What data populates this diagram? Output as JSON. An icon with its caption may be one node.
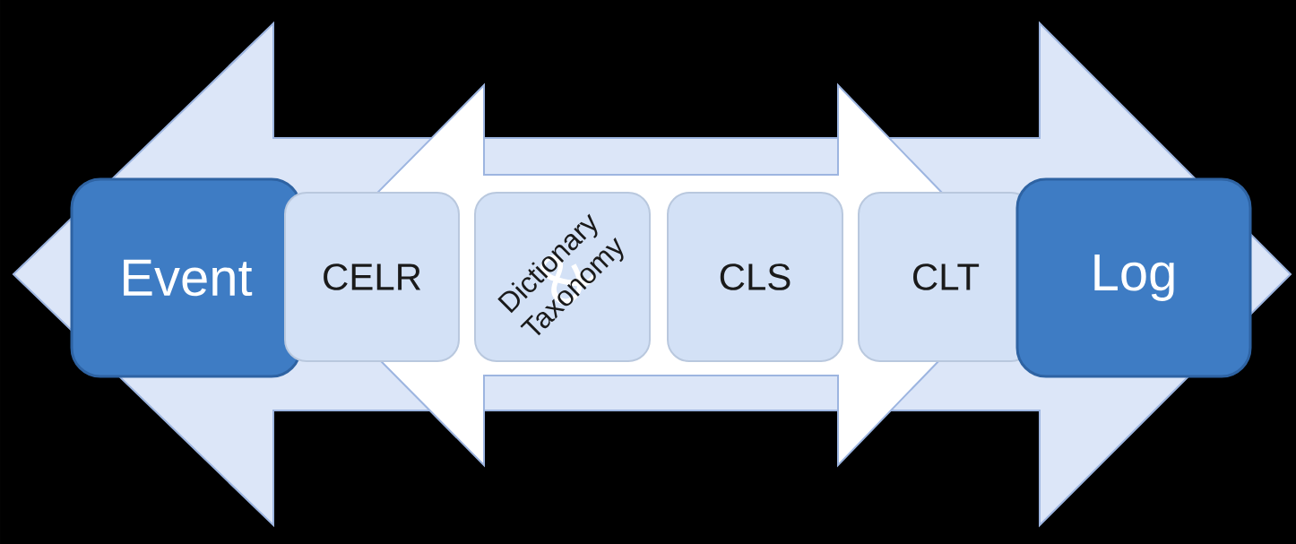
{
  "diagram": {
    "nodes": [
      {
        "text": [
          "Event"
        ]
      },
      {
        "text": [
          "CELR"
        ]
      },
      {
        "text": [
          "Dictionary",
          "&",
          "Taxonomy"
        ]
      },
      {
        "text": [
          "CLS"
        ]
      },
      {
        "text": [
          "CLT"
        ]
      },
      {
        "text": [
          "Log"
        ]
      }
    ],
    "edges": [
      {
        "from": 0,
        "to": 5,
        "arrow": "both"
      },
      {
        "from": 1,
        "to": 4,
        "arrow": "both"
      }
    ]
  }
}
